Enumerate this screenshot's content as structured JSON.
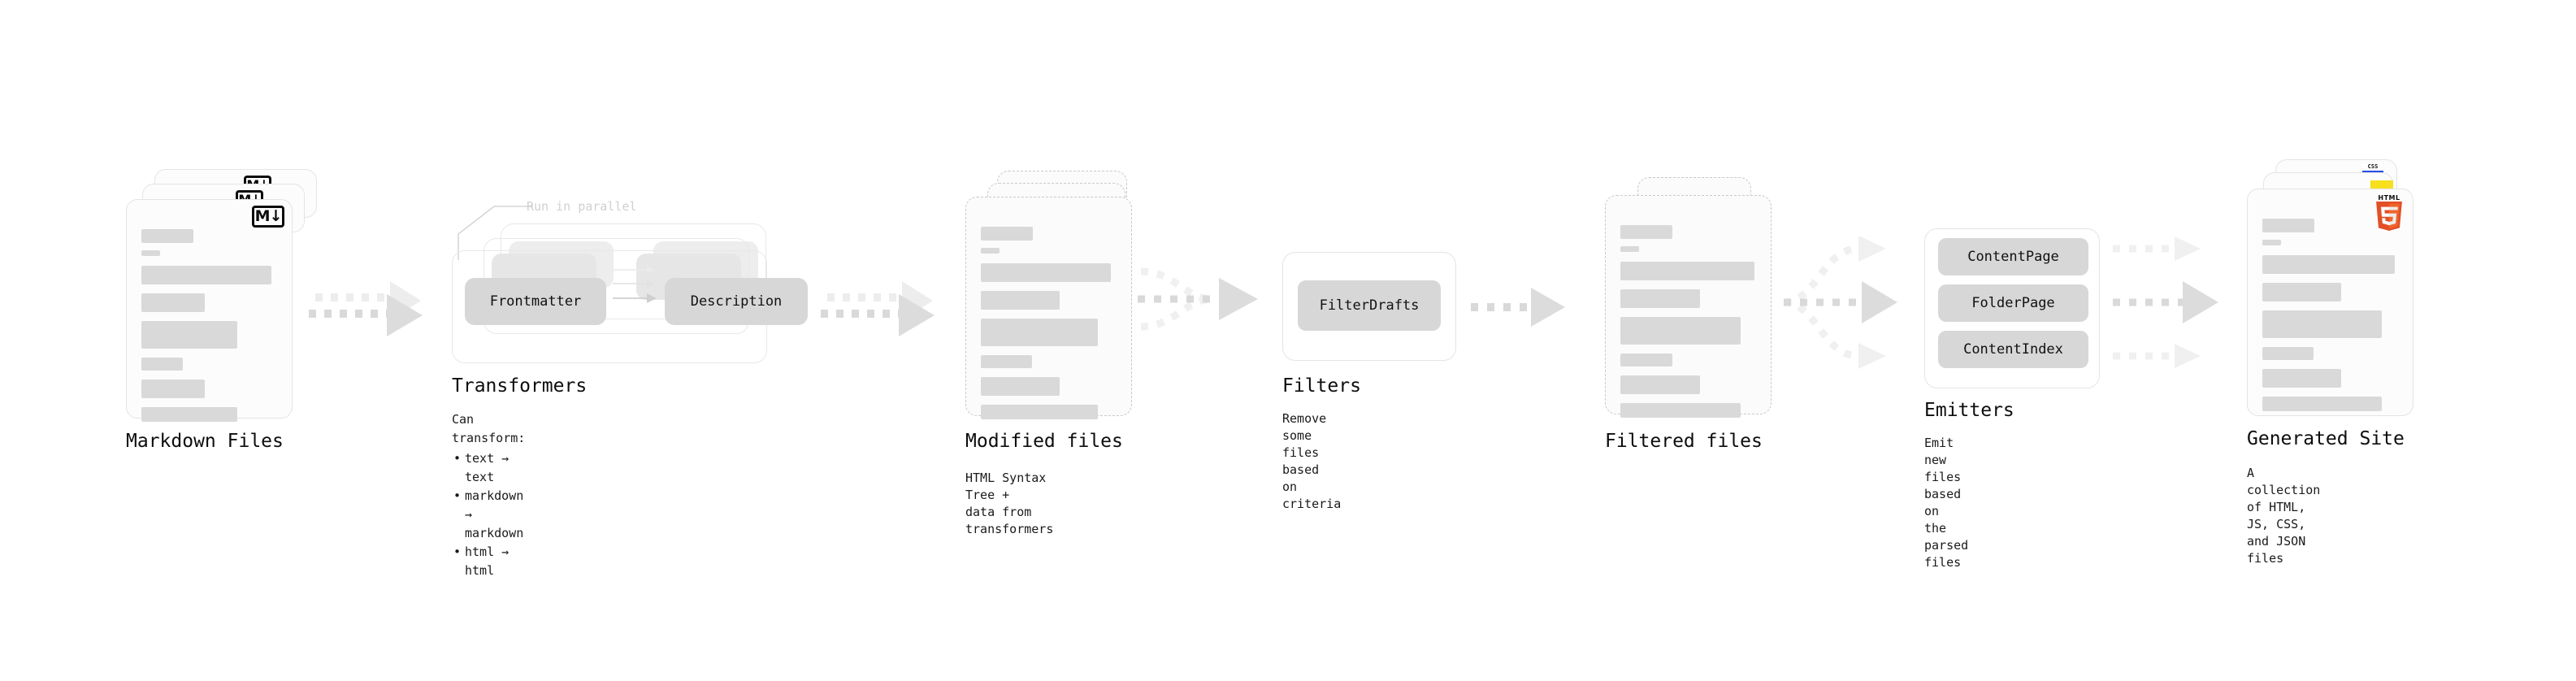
{
  "stages": [
    {
      "id": "markdown-files",
      "title": "Markdown Files",
      "desc": "",
      "logo": "markdown-logo",
      "logo_text": "M↓"
    },
    {
      "id": "transformers",
      "title": "Transformers",
      "annotation": "Run in parallel",
      "chips": [
        "Frontmatter",
        "Description"
      ],
      "bullets_header": "Can transform:",
      "bullets": [
        "text → text",
        "markdown → markdown",
        "html → html"
      ]
    },
    {
      "id": "modified-files",
      "title": "Modified files",
      "desc": "HTML Syntax Tree +\ndata from transformers"
    },
    {
      "id": "filters",
      "title": "Filters",
      "desc": "Remove some files based\non criteria",
      "chips": [
        "FilterDrafts"
      ]
    },
    {
      "id": "filtered-files",
      "title": "Filtered files",
      "desc": ""
    },
    {
      "id": "emitters",
      "title": "Emitters",
      "desc": "Emit new files based on\nthe parsed files",
      "chips": [
        "ContentPage",
        "FolderPage",
        "ContentIndex"
      ]
    },
    {
      "id": "generated-site",
      "title": "Generated Site",
      "desc": "A collection of HTML,\nJS, CSS, and JSON files",
      "logos": [
        "css-logo",
        "js-logo",
        "html5-logo"
      ],
      "logo_text": "HTML"
    }
  ],
  "colors": {
    "background": "#ffffff",
    "card_fill": "#fcfcfc",
    "card_border": "#e4e4e4",
    "line_fill": "#d9d9d9",
    "chip_fill": "#d7d7d7",
    "arrow": "#d9d9d9",
    "arrow_light": "#ededed",
    "text": "#111111",
    "muted_text": "#d0d0d0",
    "css_blue": "#264de4",
    "js_yellow": "#f7df1e",
    "html5_orange": "#e34f26"
  }
}
